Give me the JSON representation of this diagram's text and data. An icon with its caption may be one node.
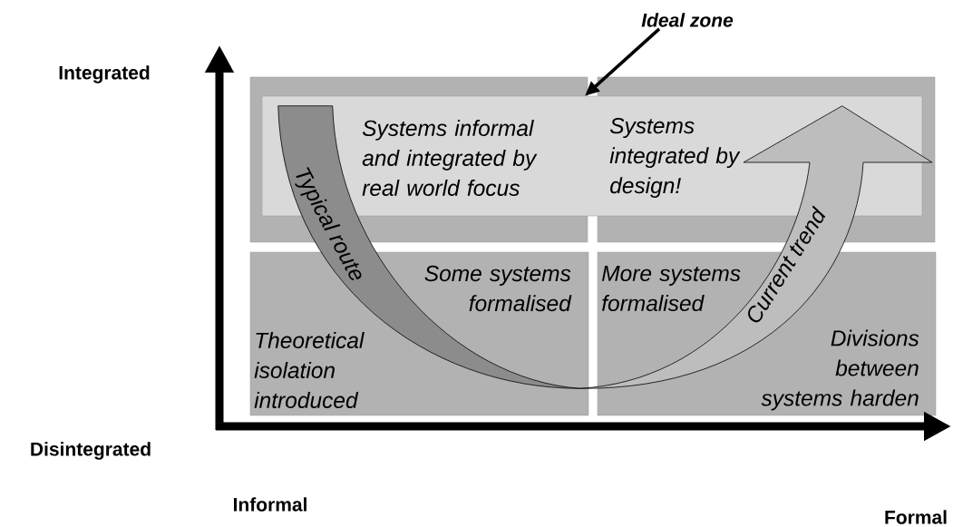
{
  "diagram": {
    "nodes": [
      {
        "text": [
          "Systems informal and integrated by real world focus"
        ]
      },
      {
        "text": [
          "Systems integrated by design!"
        ]
      },
      {
        "text": [
          "Some systems formalised",
          "Theoretical isolation introduced"
        ]
      },
      {
        "text": [
          "More systems formalised",
          "Divisions between systems harden"
        ]
      },
      {
        "text": [],
        "shape": "box"
      },
      {
        "text": [
          "Ideal zone"
        ]
      }
    ],
    "edges": [
      {
        "from": 5,
        "to": 4,
        "arrow": "to"
      },
      {
        "from": 0,
        "to": 2,
        "arrow": "none",
        "label": "Typical route",
        "color": "#8c8c8c"
      },
      {
        "from": 2,
        "to": 1,
        "arrow": "to",
        "label": "Current trend",
        "color": "#bdbdbd"
      }
    ],
    "labels": [
      "Integrated",
      "Disintegrated",
      "Informal",
      "Formal"
    ]
  }
}
